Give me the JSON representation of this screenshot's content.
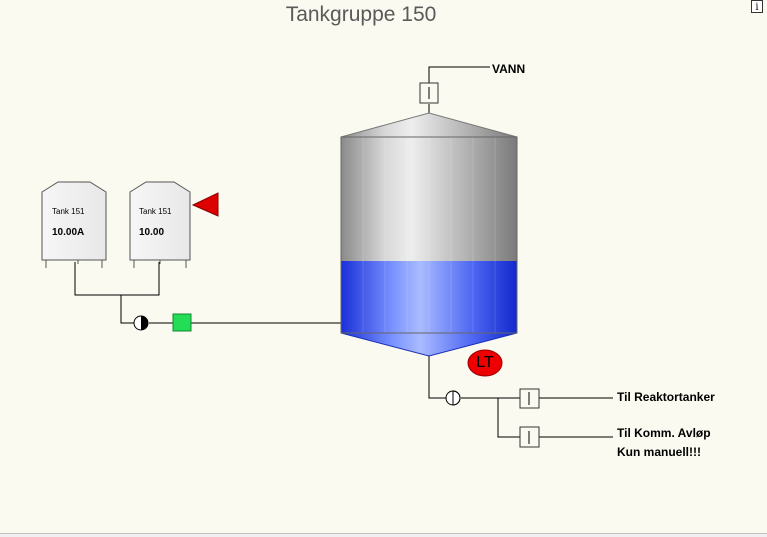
{
  "title": "Tankgruppe 150",
  "info_glyph": "i",
  "small_tanks": [
    {
      "name": "Tank 151",
      "value": "10.00A"
    },
    {
      "name": "Tank 151",
      "value": "10.00"
    }
  ],
  "main_tank": {
    "level_fraction": 0.35,
    "liquid_color": "#1a3ee8"
  },
  "lt_label": "LT",
  "labels": {
    "water": "VANN",
    "to_reactor": "Til Reaktortanker",
    "to_drain": "Til Komm. Avløp",
    "manual_only": "Kun manuell!!!"
  },
  "valve_glyph": "I",
  "colors": {
    "background": "#fafaf0",
    "alarm_red": "#dd0000",
    "flow_green": "#22dd55"
  },
  "icons": [
    "alarm-triangle-icon",
    "pump-icon",
    "info-icon"
  ]
}
